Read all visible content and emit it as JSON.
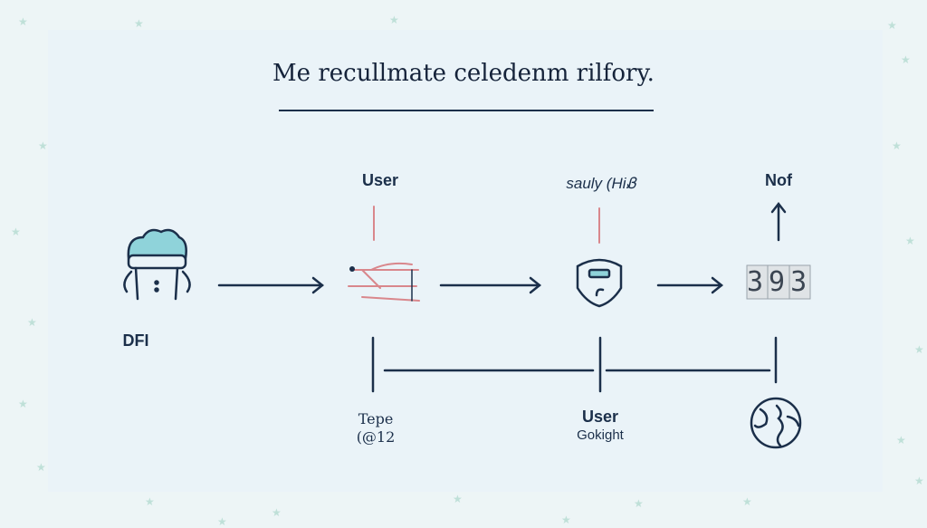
{
  "title": "Me recullmate celedenm rilfory.",
  "nodes": {
    "start": {
      "label": "DFI",
      "icon": "hat-person-icon"
    },
    "step1": {
      "label": "User",
      "icon": "tool-icon"
    },
    "step2": {
      "label": "sauly (HiᏰ",
      "icon": "shield-icon"
    },
    "step3": {
      "label": "Nof",
      "counter": "393",
      "icon": "counter-icon"
    }
  },
  "bottom": {
    "left": {
      "label": "Tepe",
      "sub": "(@12"
    },
    "middle": {
      "label": "User",
      "sub": "Gokight"
    },
    "right": {
      "icon": "globe-icon"
    }
  },
  "colors": {
    "ink": "#1b2f4a",
    "accent": "#d9878c",
    "teal": "#8fd3da"
  }
}
